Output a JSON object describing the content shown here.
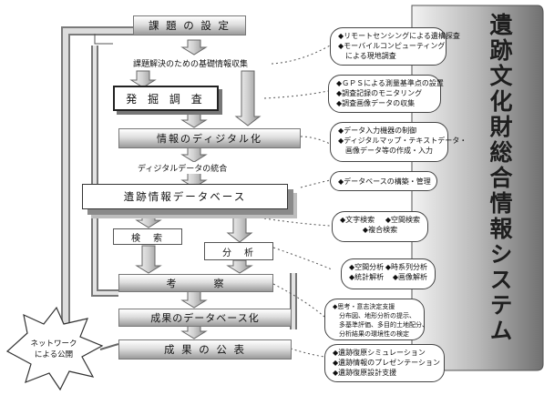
{
  "title": "遺跡文化財総合情報システム",
  "flow": {
    "step1": "課 題 の 設 定",
    "step1_sub": "課題解決のための基礎情報収集",
    "step2": "発 掘 調 査",
    "step3": "情報のディジタル化",
    "step3_sub": "ディジタルデータの統合",
    "step4": "遺跡情報データベース",
    "step5a": "検　索",
    "step5b": "分　析",
    "step6": "考　　　察",
    "step7": "成果のデータベース化",
    "step8": "成 果 の 公 表",
    "network": [
      "ネットワーク",
      "による公開"
    ]
  },
  "bubbles": {
    "b1": [
      "◆リモートセンシングによる遺構探査",
      "◆モーバイルコンピューティング",
      "　による現地調査"
    ],
    "b2": [
      "◆ＧＰＳによる測量基準点の設置",
      "◆調査記録のモニタリング",
      "◆調査画像データの収集"
    ],
    "b3": [
      "◆データ入力機器の制御",
      "◆ディジタルマップ・テキストデータ・",
      "　画像データ等の作成・入力"
    ],
    "b4": [
      "◆データベースの構築・管理"
    ],
    "b5": {
      "left": "◆文字検索",
      "right": "◆空間検索",
      "bottom": "◆複合検索"
    },
    "b6": {
      "r1l": "◆空間分析",
      "r1r": "◆時系列分析",
      "r2l": "◆統計解析",
      "r2r": "◆画像解析"
    },
    "b7": [
      "◆思考・意志決定支援",
      "　分布図、地形分析の提示、",
      "　多基準評価、多目的土地配分、",
      "　分析結果の環境性の検定"
    ],
    "b8": [
      "◆遺跡復原シミュレーション",
      "◆遺跡情報のプレゼンテーション",
      "◆遺跡復原設計支援"
    ]
  }
}
